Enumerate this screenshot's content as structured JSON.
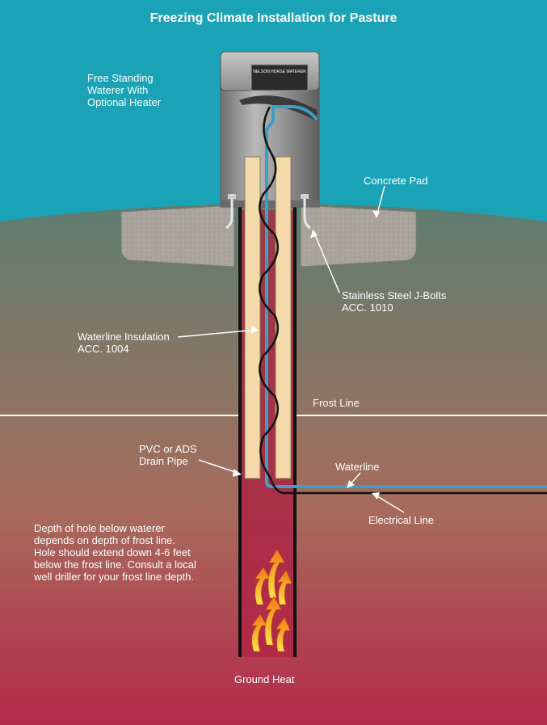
{
  "title": "Freezing Climate Installation for Pasture",
  "labels": {
    "waterer": "Free Standing\nWaterer With\nOptional Heater",
    "concrete_pad": "Concrete Pad",
    "j_bolts": "Stainless Steel J-Bolts\nACC. 1010",
    "insulation": "Waterline Insulation\nACC. 1004",
    "frost_line": "Frost Line",
    "drain_pipe": "PVC or ADS\nDrain Pipe",
    "waterline": "Waterline",
    "electrical_line": "Electrical Line",
    "depth_note": "Depth of hole below waterer\ndepends on depth of frost line.\nHole should extend down 4-6 feet\nbelow the frost line. Consult a local\nwell driller for your frost line depth.",
    "ground_heat": "Ground Heat"
  },
  "waterer_brand_plate": "NELSON HORSE WATERER",
  "colors": {
    "sky": "#1aa3b6",
    "ground_top": "#5f7f72",
    "ground_mid": "#9e7360",
    "ground_bottom": "#b8304d",
    "concrete": "#a7a39b",
    "insulation": "#f4d9aa",
    "waterline": "#3e9fc4",
    "electrical": "#111111",
    "waterer_body": "#8d8d8d"
  }
}
